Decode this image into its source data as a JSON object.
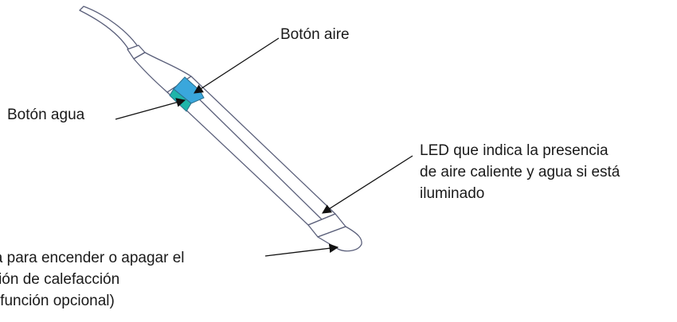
{
  "labels": {
    "air_button": "Botón aire",
    "water_button": "Botón agua",
    "led": [
      "LED que indica la presencia",
      "de aire caliente y agua si está",
      "iluminado"
    ],
    "switch": [
      "ela para encender o apagar el",
      "nción de calefacción",
      "a (función opcional)"
    ]
  },
  "colors": {
    "outline": "#5a5f7a",
    "air_button": "#3aa7dc",
    "water_button": "#1fb5a9",
    "arrow": "#111111"
  }
}
